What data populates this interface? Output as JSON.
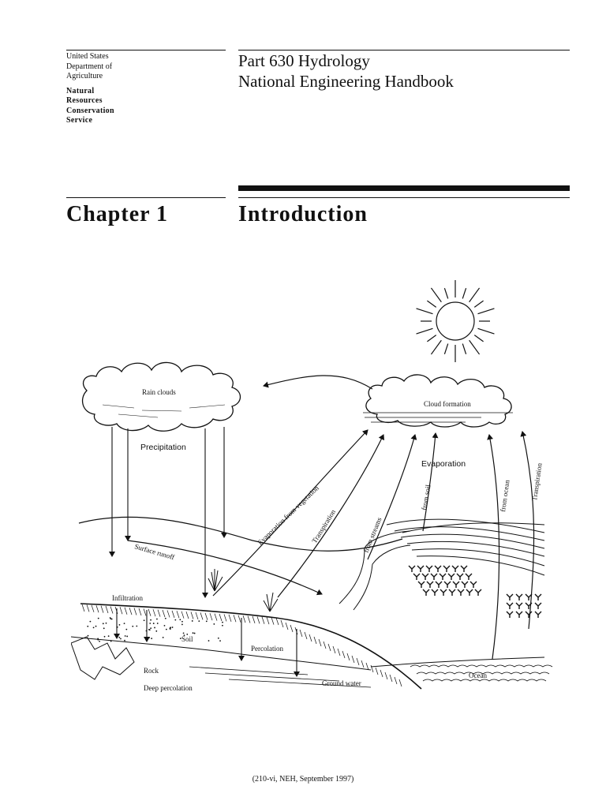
{
  "header": {
    "agency_lines": [
      "United States",
      "Department of",
      "Agriculture"
    ],
    "org_lines": [
      "Natural",
      "Resources",
      "Conservation",
      "Service"
    ],
    "title_line1": "Part 630 Hydrology",
    "title_line2": "National Engineering  Handbook"
  },
  "chapter": {
    "number_label": "Chapter 1",
    "title": "Introduction"
  },
  "diagram": {
    "labels": {
      "rain_clouds": "Rain clouds",
      "cloud_formation": "Cloud formation",
      "precipitation": "Precipitation",
      "evaporation": "Evaporation",
      "evap_vegetation": "Evaporation from vegetation",
      "transpiration_left": "Transpiration",
      "from_streams": "from streams",
      "from_soil": "from soil",
      "from_ocean": "from ocean",
      "transpiration_right": "Transpiration",
      "surface_runoff": "Surface runoff",
      "infiltration": "Infiltration",
      "soil": "Soil",
      "percolation": "Percolation",
      "rock": "Rock",
      "deep_percolation": "Deep percolation",
      "ground_water": "Ground water",
      "ocean": "Ocean"
    }
  },
  "footer": {
    "citation": "(210-vi, NEH, September 1997)"
  }
}
